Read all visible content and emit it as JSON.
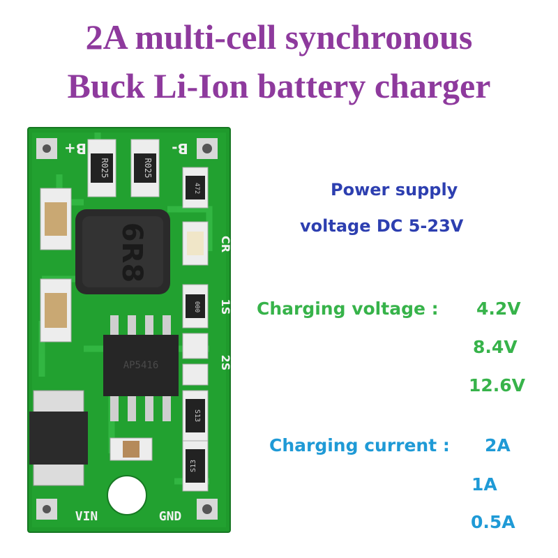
{
  "title": {
    "line1": "2A multi-cell synchronous",
    "line2": "Buck Li-Ion battery charger"
  },
  "supply": {
    "line1": "Power supply",
    "line2": "voltage DC 5-23V"
  },
  "charging_voltage": {
    "label": "Charging voltage :",
    "values": [
      "4.2V",
      "8.4V",
      "12.6V"
    ]
  },
  "charging_current": {
    "label": "Charging current :",
    "values": [
      "2A",
      "1A",
      "0.5A"
    ]
  },
  "board": {
    "silkscreen": {
      "b_plus": "B+",
      "b_minus": "B-",
      "cr": "CR",
      "one_s": "1S",
      "two_s": "2S",
      "vin": "VIN",
      "gnd": "GND"
    },
    "markings": {
      "resistor_left": "R025",
      "resistor_right": "R025",
      "resistor_small": "472",
      "inductor": "6R8",
      "resistor_1s": "000",
      "ic": "AP5416",
      "diode_1": "S13",
      "diode_2": "S13"
    }
  },
  "colors": {
    "title": "#8e3a9d",
    "supply": "#2d3fb0",
    "voltage": "#37b34a",
    "current": "#1f9ad6",
    "pcb": "#1f9a2c"
  }
}
